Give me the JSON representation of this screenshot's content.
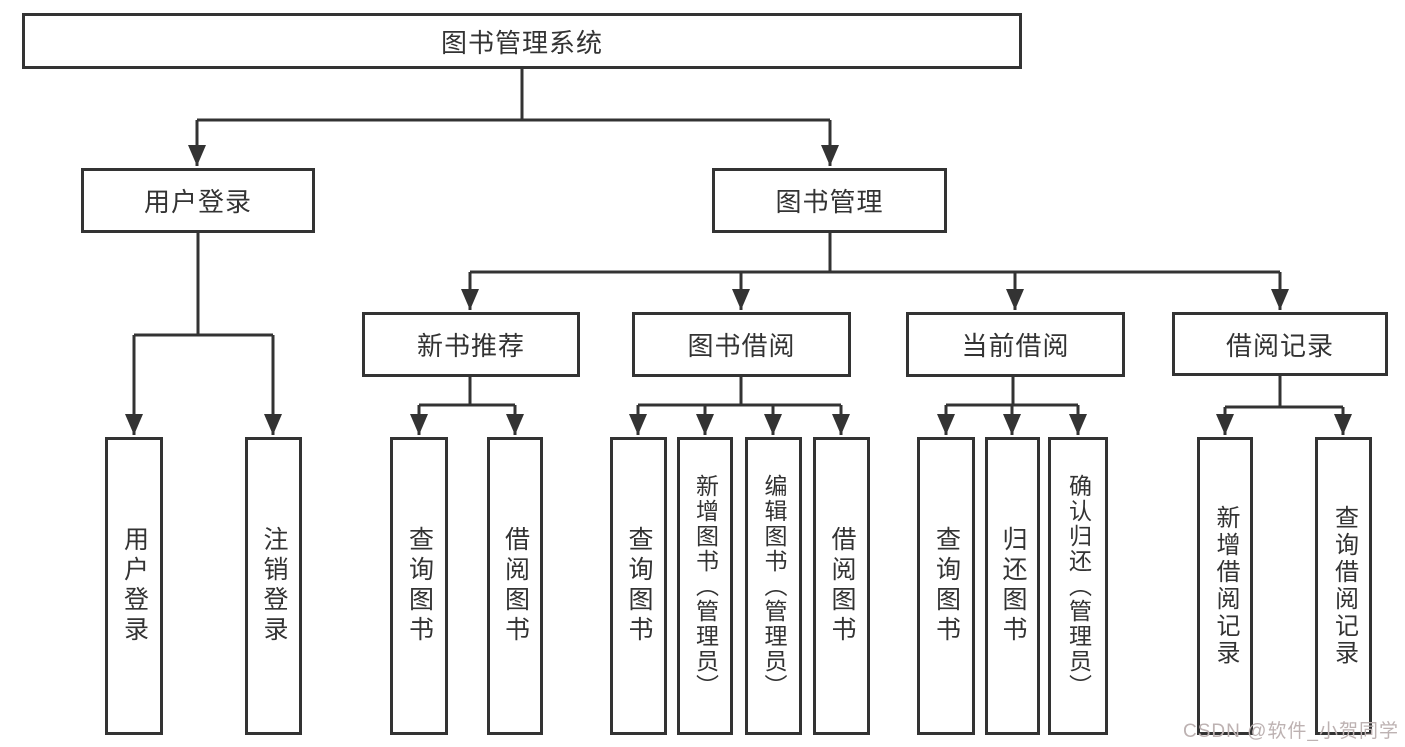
{
  "diagram": {
    "title": "图书管理系统",
    "tree": {
      "root": {
        "label": "图书管理系统"
      },
      "branches": [
        {
          "label": "用户登录",
          "children": [
            {
              "label": "用户登录"
            },
            {
              "label": "注销登录"
            }
          ]
        },
        {
          "label": "图书管理",
          "children": [
            {
              "label": "新书推荐",
              "children": [
                {
                  "label": "查询图书"
                },
                {
                  "label": "借阅图书"
                }
              ]
            },
            {
              "label": "图书借阅",
              "children": [
                {
                  "label": "查询图书"
                },
                {
                  "label": "新增图书（管理员）"
                },
                {
                  "label": "编辑图书（管理员）"
                },
                {
                  "label": "借阅图书"
                }
              ]
            },
            {
              "label": "当前借阅",
              "children": [
                {
                  "label": "查询图书"
                },
                {
                  "label": "归还图书"
                },
                {
                  "label": "确认归还（管理员）"
                }
              ]
            },
            {
              "label": "借阅记录",
              "children": [
                {
                  "label": "新增借阅记录"
                },
                {
                  "label": "查询借阅记录"
                }
              ]
            }
          ]
        }
      ]
    },
    "colors": {
      "line": "#333333",
      "box_border": "#333333",
      "box_background": "#ffffff",
      "text": "#333333",
      "watermark": "#bdb2b2"
    }
  },
  "watermark": {
    "text": "CSDN @软件_小贺同学"
  }
}
